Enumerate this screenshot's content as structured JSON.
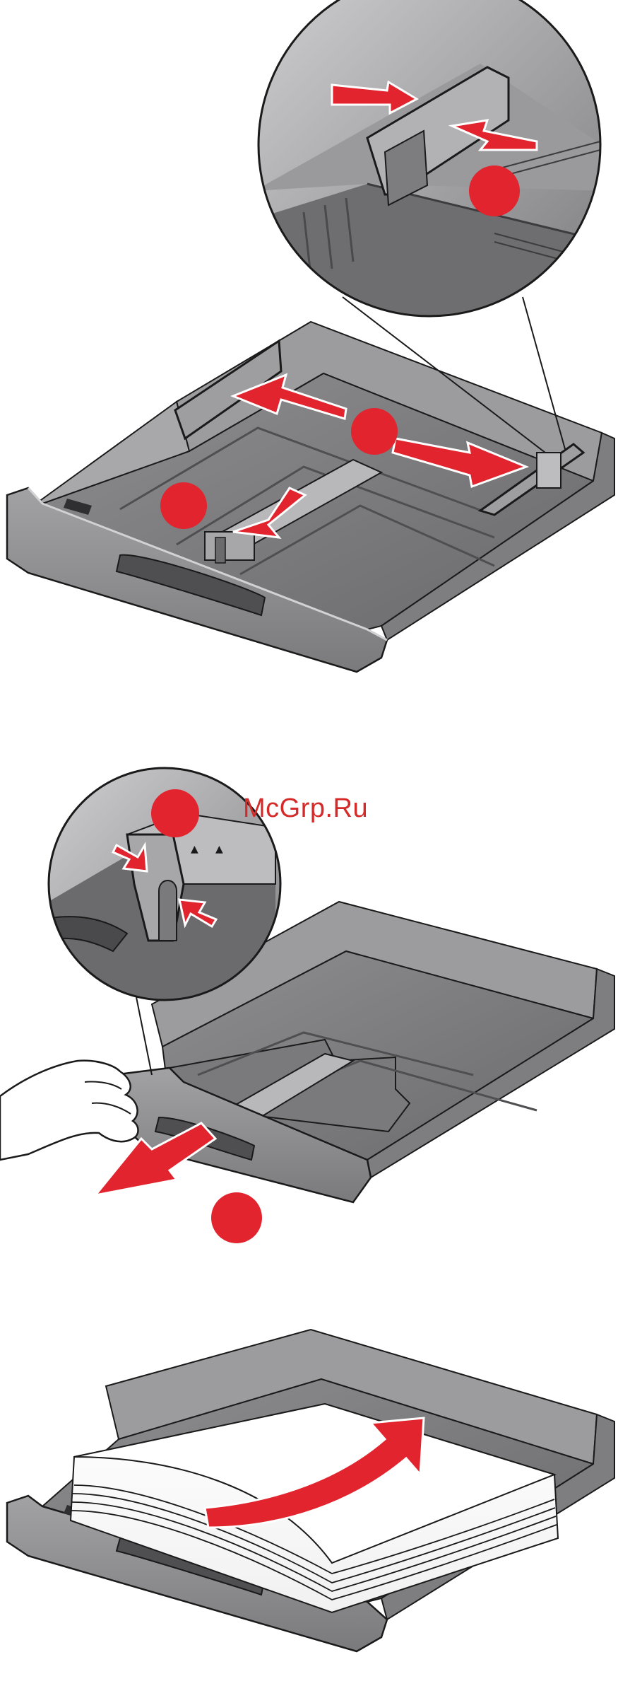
{
  "watermark": {
    "text": "McGrp.Ru"
  },
  "colors": {
    "accent_red": "#e1242e",
    "tray_gray": "#8a8a8c",
    "tray_dark": "#5e5e60",
    "tray_light": "#b4b4b6",
    "outline": "#1a1a1a",
    "paper": "#ffffff",
    "watermark_red": "#d42a2a"
  },
  "icons": {
    "step_marker": "red-circle",
    "direction": "red-arrow"
  }
}
